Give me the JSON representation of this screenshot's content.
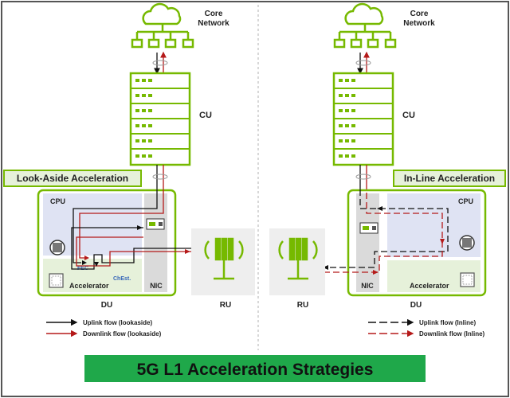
{
  "title": "5G L1 Acceleration Strategies",
  "colors": {
    "green": "#76b900",
    "light_green": "#e6f1da",
    "light_blue": "#dfe3f3",
    "nic_gray": "#dadada",
    "banner_green": "#1fa84a",
    "uplink": "#111111",
    "downlink": "#b51a1a"
  },
  "left": {
    "core_label_1": "Core",
    "core_label_2": "Network",
    "cu_label": "CU",
    "strategy_label": "Look-Aside Acceleration",
    "cpu_label": "CPU",
    "fec_label": "FEC",
    "chest_label": "ChEst.",
    "accelerator_label": "Accelerator",
    "nic_label": "NIC",
    "du_label": "DU",
    "ru_label": "RU",
    "legend_uplink": "Uplink flow (lookaside)",
    "legend_downlink": "Downlink flow (lookaside)"
  },
  "right": {
    "core_label_1": "Core",
    "core_label_2": "Network",
    "cu_label": "CU",
    "strategy_label": "In-Line Acceleration",
    "cpu_label": "CPU",
    "accelerator_label": "Accelerator",
    "nic_label": "NIC",
    "du_label": "DU",
    "ru_label": "RU",
    "legend_uplink": "Uplink flow (Inline)",
    "legend_downlink": "Downlink flow (Inline)"
  }
}
